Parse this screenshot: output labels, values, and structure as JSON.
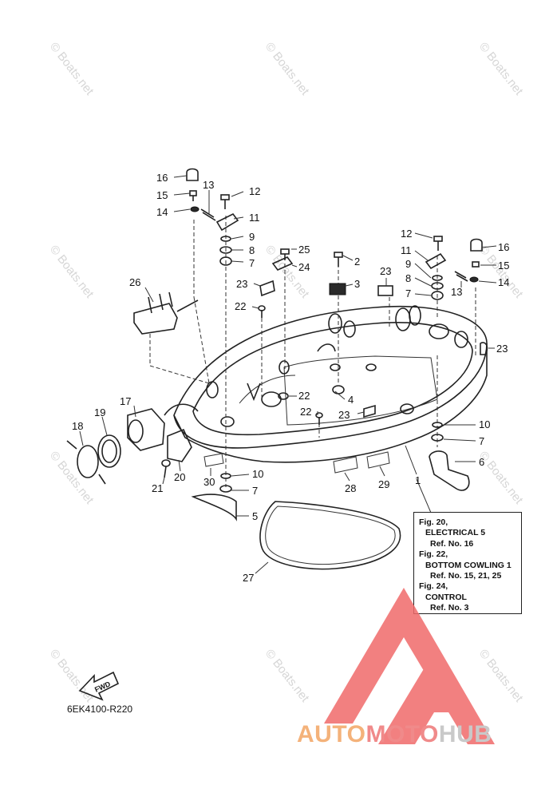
{
  "watermark": "© Boats.net",
  "callouts": [
    "16",
    "15",
    "14",
    "13",
    "12",
    "11",
    "9",
    "8",
    "7",
    "26",
    "25",
    "24",
    "2",
    "3",
    "23",
    "22",
    "12",
    "11",
    "9",
    "8",
    "7",
    "13",
    "16",
    "15",
    "14",
    "23",
    "22",
    "23",
    "22",
    "17",
    "19",
    "18",
    "21",
    "20",
    "30",
    "10",
    "7",
    "4",
    "28",
    "29",
    "1",
    "10",
    "7",
    "6",
    "5",
    "27"
  ],
  "ref_box": {
    "lines": [
      "Fig. 20,",
      "ELECTRICAL 5",
      "Ref. No. 16",
      "Fig. 22,",
      "BOTTOM COWLING 1",
      "Ref. No. 15, 21, 25",
      "Fig. 24,",
      "CONTROL",
      "Ref. No. 3"
    ]
  },
  "fwd_label": "FWD",
  "diagram_code": "6EK4100-R220",
  "brand": {
    "part1": "AUTO",
    "part2": "MOTO",
    "part3": "HUB"
  },
  "colors": {
    "logo_red": "#f06a6a",
    "logo_orange": "#f4b27a",
    "logo_grey": "#c9c9c9"
  }
}
